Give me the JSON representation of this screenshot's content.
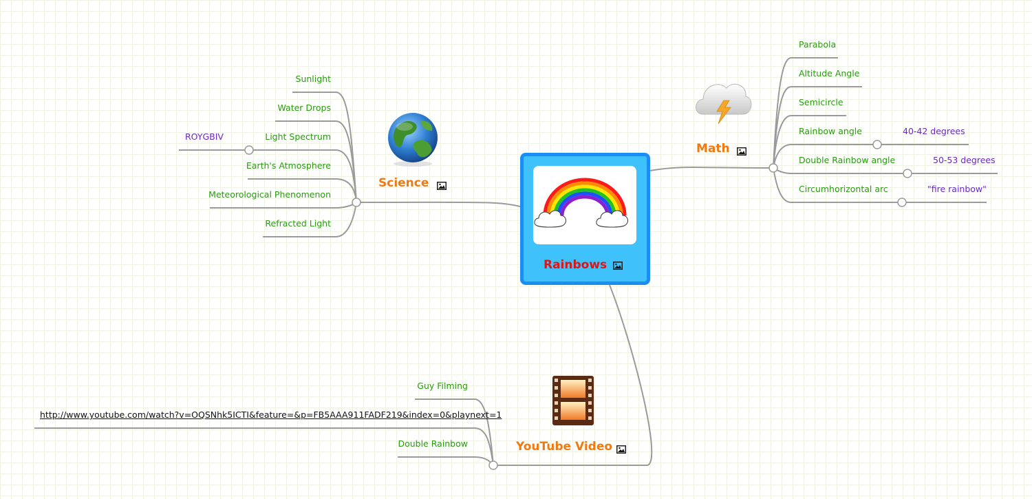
{
  "central": {
    "title": "Rainbows"
  },
  "branches": {
    "science": {
      "title": "Science",
      "icon": "globe-icon",
      "children": [
        "Sunlight",
        "Water Drops",
        "Light Spectrum",
        "Earth's Atmosphere",
        "Meteorological Phenomenon",
        "Refracted Light"
      ],
      "spectrum_child": "ROYGBIV"
    },
    "math": {
      "title": "Math",
      "icon": "storm-cloud-icon",
      "children": [
        "Parabola",
        "Altitude Angle",
        "Semicircle",
        "Rainbow angle",
        "Double Rainbow angle",
        "Circumhorizontal arc"
      ],
      "sub": {
        "rainbow_angle": "40-42 degrees",
        "double_rainbow_angle": "50-53 degrees",
        "circumhorizontal_arc": "\"fire rainbow\""
      }
    },
    "youtube": {
      "title": "YouTube Video",
      "icon": "film-strip-icon",
      "children": [
        "Guy Filming",
        "Double Rainbow"
      ],
      "link": "http://www.youtube.com/watch?v=OQSNhk5ICTI&feature=&p=FB5AAA911FADF219&index=0&playnext=1"
    }
  },
  "colors": {
    "topic": "#2a9a10",
    "subtopic": "#6a28c8",
    "branch_title": "#f07a10",
    "central_title": "#d81818",
    "central_fill": "#3fc1fb",
    "central_border": "#1a8ef2",
    "connector": "#9a9a9a"
  }
}
